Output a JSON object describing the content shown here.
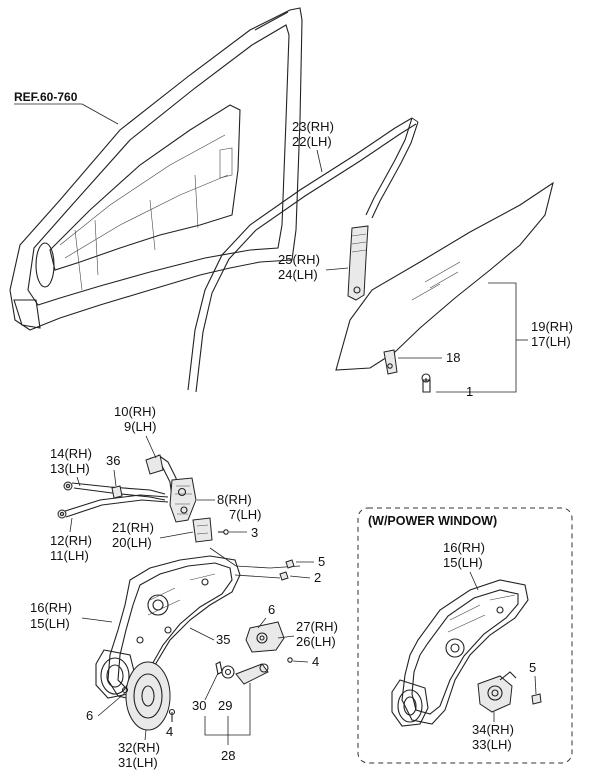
{
  "reference": "REF.60-760",
  "power_window_title": "(W/POWER WINDOW)",
  "callouts": {
    "c23": "23(RH)",
    "c22": "22(LH)",
    "c25": "25(RH)",
    "c24": "24(LH)",
    "c19": "19(RH)",
    "c17": "17(LH)",
    "c18": "18",
    "c1": "1",
    "c10": "10(RH)",
    "c9": "9(LH)",
    "c14": "14(RH)",
    "c13": "13(LH)",
    "c36": "36",
    "c8": "8(RH)",
    "c7": "7(LH)",
    "c12": "12(RH)",
    "c11": "11(LH)",
    "c21": "21(RH)",
    "c20": "20(LH)",
    "c3": "3",
    "c5a": "5",
    "c2": "2",
    "c16a": "16(RH)",
    "c15a": "15(LH)",
    "c6a": "6",
    "c27": "27(RH)",
    "c26": "26(LH)",
    "c35": "35",
    "c4a": "4",
    "c6b": "6",
    "c30": "30",
    "c29": "29",
    "c4b": "4",
    "c32": "32(RH)",
    "c31": "31(LH)",
    "c28": "28",
    "c16b": "16(RH)",
    "c15b": "15(LH)",
    "c5b": "5",
    "c34": "34(RH)",
    "c33": "33(LH)"
  }
}
